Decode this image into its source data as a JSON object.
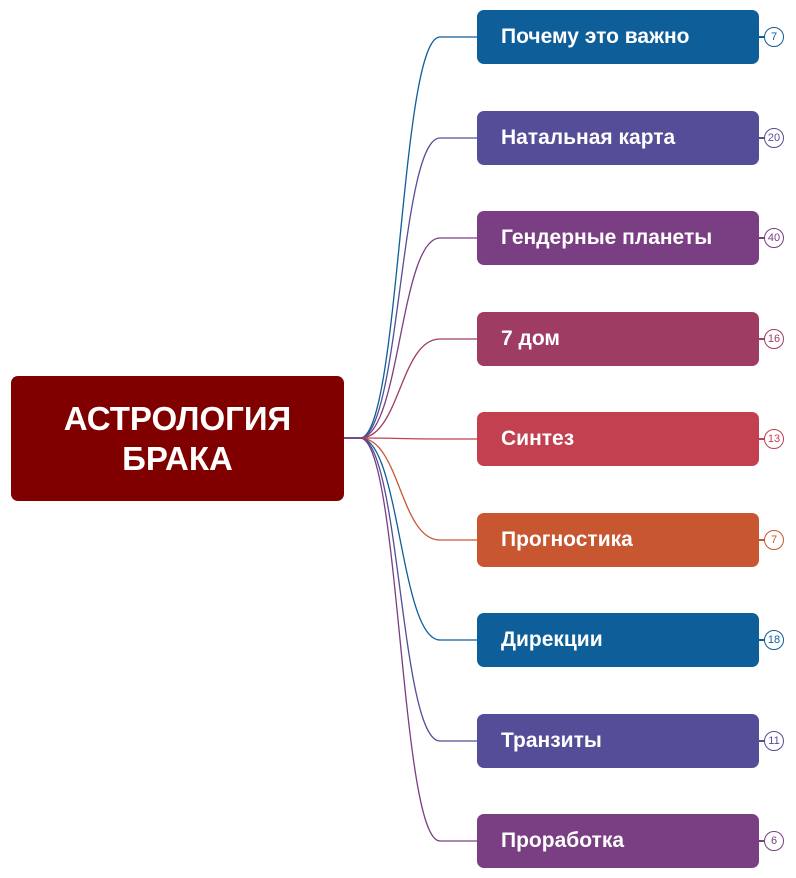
{
  "root": {
    "title": "АСТРОЛОГИЯ БРАКА",
    "color": "#800000"
  },
  "branches": [
    {
      "label": "Почему это важно",
      "count": "7",
      "color": "#0E5E99"
    },
    {
      "label": "Натальная карта",
      "count": "20",
      "color": "#544D97"
    },
    {
      "label": "Гендерные планеты",
      "count": "40",
      "color": "#7A3E82"
    },
    {
      "label": "7 дом",
      "count": "16",
      "color": "#9E3C64"
    },
    {
      "label": "Синтез",
      "count": "13",
      "color": "#C24050"
    },
    {
      "label": "Прогностика",
      "count": "7",
      "color": "#C85630"
    },
    {
      "label": "Дирекции",
      "count": "18",
      "color": "#0E5E99"
    },
    {
      "label": "Транзиты",
      "count": "11",
      "color": "#544D97"
    },
    {
      "label": "Проработка",
      "count": "6",
      "color": "#7A3E82"
    }
  ]
}
